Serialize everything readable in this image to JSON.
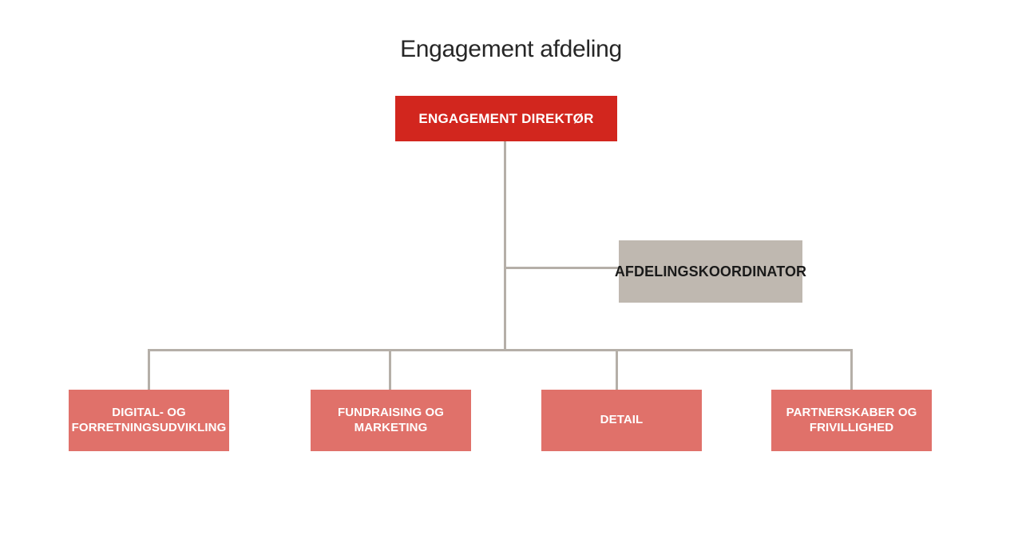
{
  "title": "Engagement afdeling",
  "colors": {
    "director_bg": "#d2261e",
    "coordinator_bg": "#bfb8b0",
    "department_bg": "#e0716a",
    "connector": "#b5afa8",
    "title_text": "#262626",
    "box_text_light": "#ffffff",
    "box_text_dark": "#1a1a1a"
  },
  "chart": {
    "root": {
      "label": "ENGAGEMENT DIREKTØR"
    },
    "assistant": {
      "label": "AFDELINGSKOORDINATOR"
    },
    "departments": [
      {
        "label": "DIGITAL- OG FORRETNINGSUDVIKLING"
      },
      {
        "label": "FUNDRAISING OG MARKETING"
      },
      {
        "label": "DETAIL"
      },
      {
        "label": "PARTNERSKABER OG FRIVILLIGHED"
      }
    ]
  }
}
